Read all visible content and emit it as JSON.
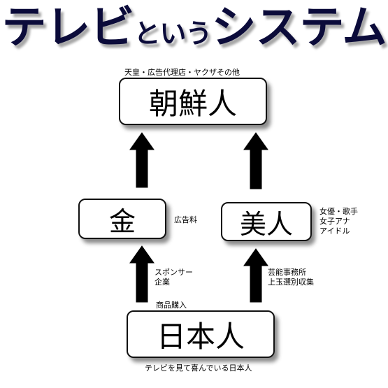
{
  "title": {
    "big1": "テレビ",
    "small": "という",
    "big2": "システム"
  },
  "nodes": {
    "top": "朝鮮人",
    "left": "金",
    "right": "美人",
    "bottom": "日本人"
  },
  "labels": {
    "top_caption": "天皇・広告代理店・ヤクザその他",
    "left_side": "広告料",
    "right_side": "女優・歌手\n女子アナ\nアイドル",
    "left_arrow": "スポンサー\n企業",
    "purchase": "商品購入",
    "right_arrow": "芸能事務所\n上玉選別収集",
    "bottom_caption": "テレビを見て喜んでいる日本人"
  },
  "colors": {
    "title": "#0b0b3a",
    "arrow": "#000000",
    "border": "#111111"
  }
}
